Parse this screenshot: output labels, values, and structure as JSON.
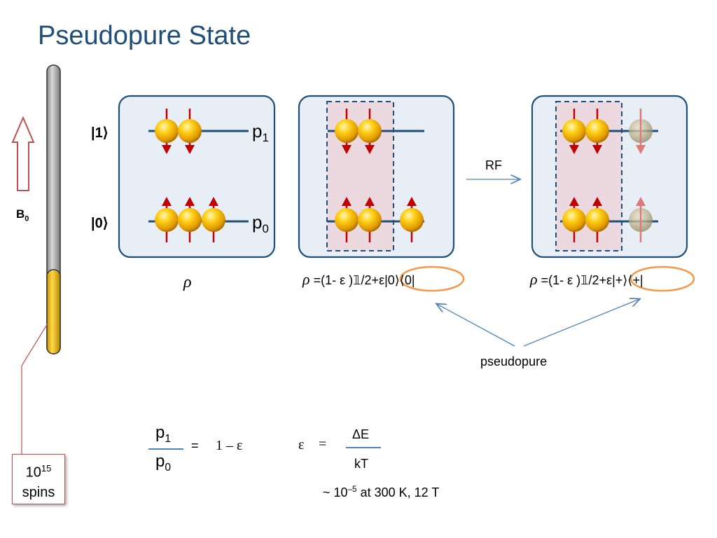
{
  "title": "Pseudopure State",
  "field_label": "B",
  "field_label_sub": "0",
  "ket1": "|1⟩",
  "ket0": "|0⟩",
  "p1": "p",
  "p1_sub": "1",
  "p0": "p",
  "p0_sub": "0",
  "rho_label": "ρ",
  "rho_formula_1": {
    "rho": "ρ",
    "text": " =(1- ε )𝟙/2+ε|0⟩⟨0|"
  },
  "rho_formula_2": {
    "rho": "ρ",
    "text": " =(1- ε )𝟙/2+ε|+⟩⟨+|"
  },
  "rf_label": "RF",
  "pseudopure_label": "pseudopure",
  "spins_box": {
    "line1": "10",
    "line1_sup": "15",
    "line2": "spins"
  },
  "equation1": {
    "num": "p",
    "num_sub": "1",
    "den": "p",
    "den_sub": "0",
    "eq": "=",
    "rhs": "1 – ε"
  },
  "equation2": {
    "lhs": "ε",
    "eq": "=",
    "num": "ΔE",
    "den": "kT"
  },
  "approx_note": {
    "prefix": "~ 10",
    "exp": "–5",
    "suffix": " at 300 K, 12 T"
  },
  "colors": {
    "title": "#1f4e79",
    "panel_fill": "#e8eef6",
    "panel_border": "#1f4e79",
    "highlight_fill": "#ecd9e0",
    "spin_arrow": "#c00000",
    "faded_arrow": "#e07878",
    "ball": "#f2b800",
    "tube_yellow": "#ffc000",
    "tube_gray": "#b0b0b0",
    "oval": "#f79646",
    "connector": "#4f81bd",
    "field_arrow": "#c0504d"
  },
  "icons": [
    "spin-ball-icon",
    "up-arrow-icon",
    "down-arrow-icon",
    "sample-tube-icon",
    "field-arrow-icon"
  ]
}
